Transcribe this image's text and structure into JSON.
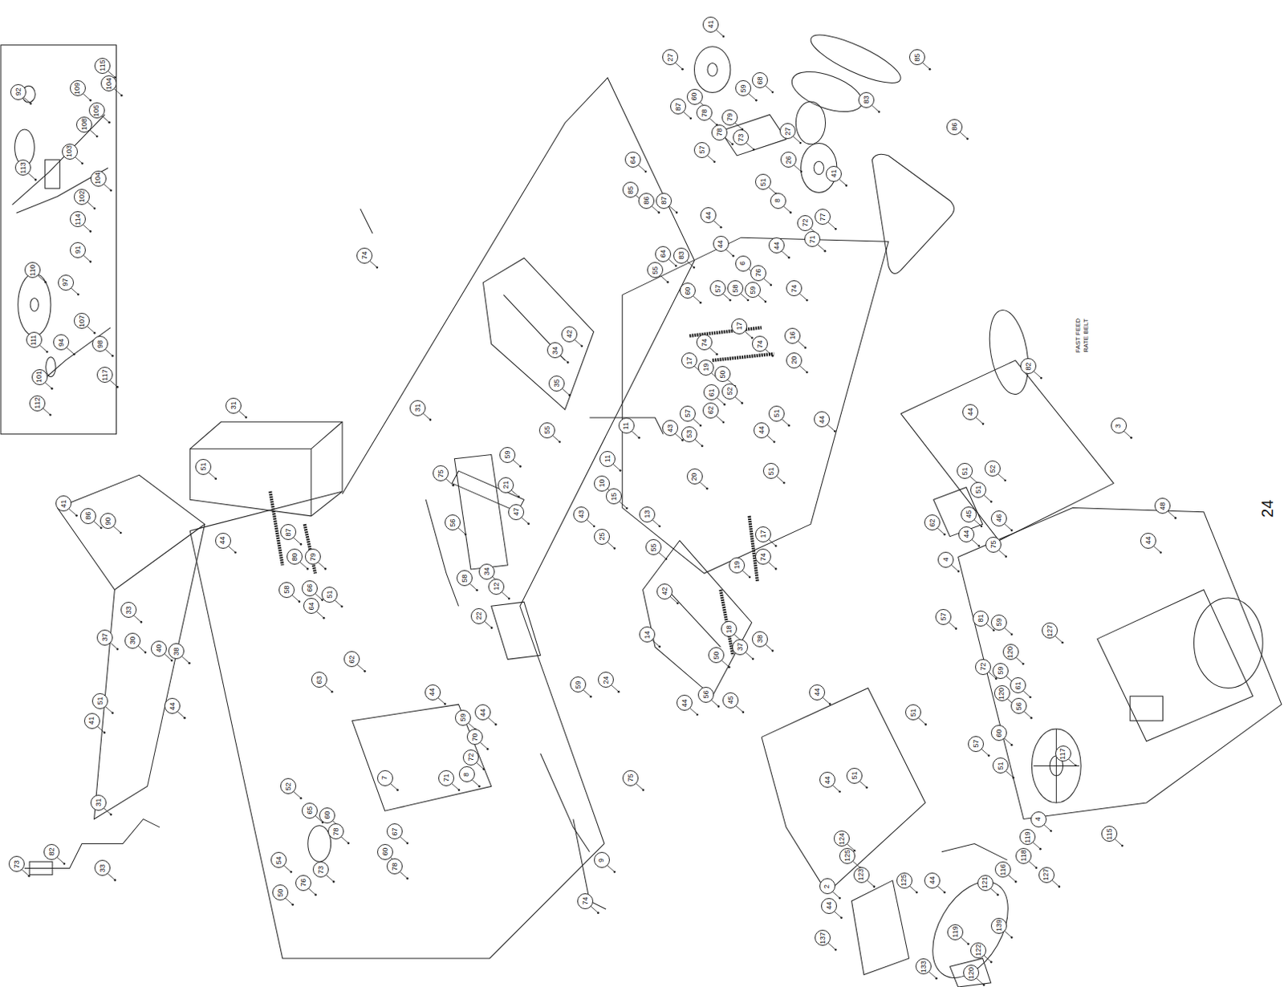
{
  "diagram": {
    "labels": [
      "115",
      "92",
      "109",
      "104",
      "105",
      "108",
      "113",
      "103",
      "104",
      "102",
      "114",
      "91",
      "97",
      "110",
      "111",
      "107",
      "98",
      "94",
      "112",
      "101",
      "117",
      "74",
      "41",
      "27",
      "85",
      "83",
      "86",
      "26",
      "27",
      "41",
      "8",
      "77",
      "72",
      "71",
      "68",
      "59",
      "87",
      "60",
      "78",
      "79",
      "78",
      "73",
      "57",
      "51",
      "64",
      "85",
      "86",
      "87",
      "64",
      "55",
      "83",
      "60",
      "44",
      "44",
      "6",
      "57",
      "58",
      "59",
      "76",
      "44",
      "74",
      "17",
      "16",
      "20",
      "74",
      "17",
      "19",
      "74",
      "50",
      "52",
      "61",
      "62",
      "53",
      "57",
      "43",
      "11",
      "51",
      "44",
      "44",
      "51",
      "20",
      "82",
      "FAST FEED RATE BELT",
      "3",
      "44",
      "51",
      "52",
      "51",
      "48",
      "44",
      "45",
      "46",
      "75",
      "44",
      "62",
      "31",
      "34",
      "42",
      "35",
      "55",
      "59",
      "75",
      "56",
      "21",
      "47",
      "58",
      "34",
      "10",
      "11",
      "15",
      "13",
      "55",
      "43",
      "25",
      "12",
      "22",
      "14",
      "42",
      "17",
      "74",
      "19",
      "18",
      "50",
      "37",
      "38",
      "56",
      "44",
      "45",
      "44",
      "4",
      "57",
      "81",
      "59",
      "59",
      "120",
      "120",
      "72",
      "56",
      "61",
      "60",
      "51",
      "57",
      "51",
      "4",
      "127",
      "117",
      "118",
      "119",
      "115",
      "127",
      "116",
      "44",
      "51",
      "124",
      "125",
      "123",
      "125",
      "2",
      "44",
      "44",
      "121",
      "119",
      "122",
      "137",
      "133",
      "120",
      "139",
      "31",
      "51",
      "41",
      "86",
      "90",
      "44",
      "33",
      "30",
      "40",
      "38",
      "37",
      "44",
      "51",
      "41",
      "31",
      "33",
      "73",
      "82",
      "87",
      "80",
      "79",
      "58",
      "66",
      "64",
      "51",
      "50",
      "54",
      "73",
      "78",
      "60",
      "65",
      "76",
      "62",
      "7",
      "67",
      "60",
      "78",
      "44",
      "59",
      "70",
      "72",
      "71",
      "8",
      "9",
      "74",
      "75",
      "24",
      "59",
      "44",
      "63",
      "52",
      "24"
    ]
  }
}
